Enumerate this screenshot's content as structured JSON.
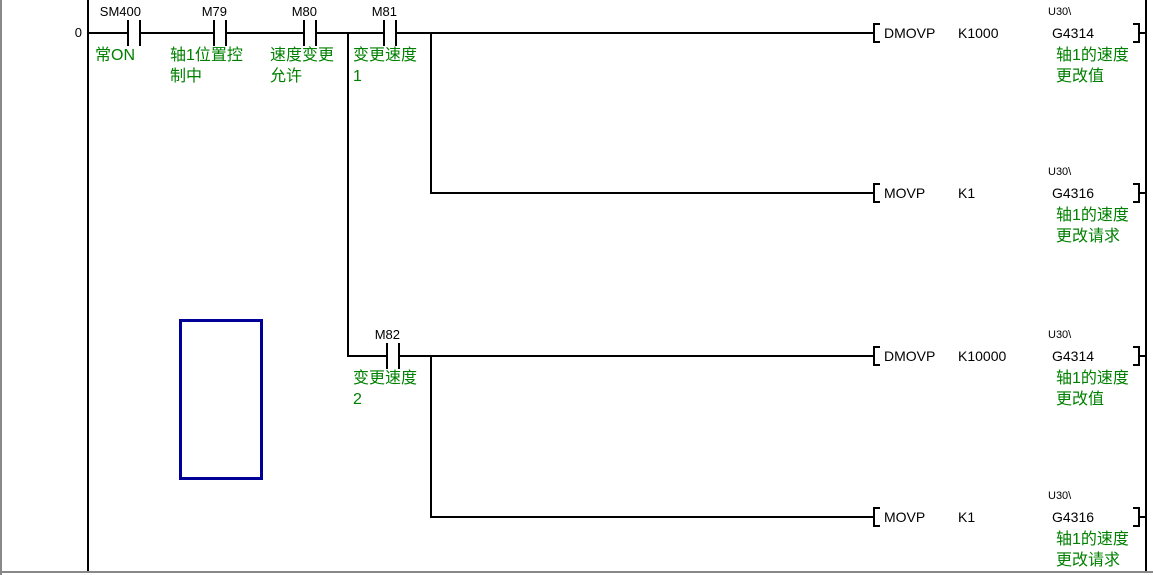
{
  "app": {
    "view": "plc-ladder-editor"
  },
  "colors": {
    "wire": "#000000",
    "device_text": "#000000",
    "comment_green": "#008000",
    "selection_blue": "#000099",
    "window_border_gray": "#888888",
    "background": "#ffffff"
  },
  "ladder": {
    "step_number": "0",
    "contacts": [
      {
        "device": "SM400",
        "comment_lines": [
          "常ON",
          ""
        ]
      },
      {
        "device": "M79",
        "comment_lines": [
          "轴1位置控",
          "制中"
        ]
      },
      {
        "device": "M80",
        "comment_lines": [
          "速度变更",
          "允许"
        ]
      },
      {
        "device": "M81",
        "comment_lines": [
          "变更速度",
          "1"
        ]
      },
      {
        "device": "M82",
        "comment_lines": [
          "变更速度",
          "2"
        ]
      }
    ],
    "instructions": [
      {
        "mnemonic": "DMOVP",
        "operand1": "K1000",
        "device_prefix": "U30\\",
        "device": "G4314",
        "comment_lines": [
          "轴1的速度",
          "更改值"
        ]
      },
      {
        "mnemonic": "MOVP",
        "operand1": "K1",
        "device_prefix": "U30\\",
        "device": "G4316",
        "comment_lines": [
          "轴1的速度",
          "更改请求"
        ]
      },
      {
        "mnemonic": "DMOVP",
        "operand1": "K10000",
        "device_prefix": "U30\\",
        "device": "G4314",
        "comment_lines": [
          "轴1的速度",
          "更改值"
        ]
      },
      {
        "mnemonic": "MOVP",
        "operand1": "K1",
        "device_prefix": "U30\\",
        "device": "G4316",
        "comment_lines": [
          "轴1的速度",
          "更改请求"
        ]
      }
    ]
  }
}
